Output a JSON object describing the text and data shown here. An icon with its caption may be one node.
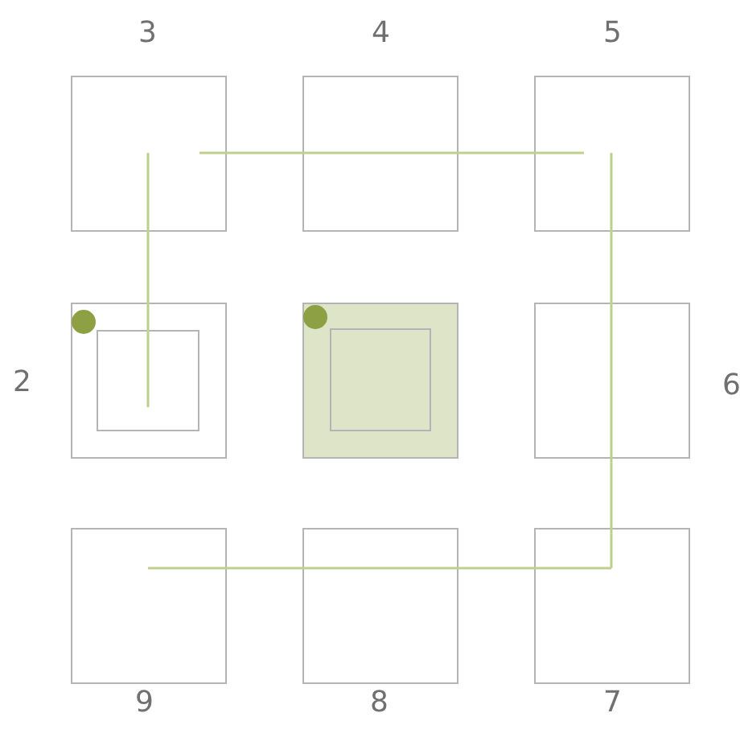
{
  "diagram": {
    "nodes": [
      {
        "text": [],
        "shape": "box",
        "beside": [
          "3"
        ]
      },
      {
        "text": [],
        "shape": "box",
        "beside": [
          "4"
        ]
      },
      {
        "text": [],
        "shape": "box",
        "beside": [
          "5"
        ]
      },
      {
        "text": [],
        "shape": "box",
        "beside": [
          "2"
        ]
      },
      {
        "text": [],
        "shape": "box",
        "in": 3
      },
      {
        "text": [],
        "shape": "box"
      },
      {
        "text": [],
        "shape": "box",
        "in": 5
      },
      {
        "text": [],
        "shape": "box",
        "beside": [
          "6"
        ]
      },
      {
        "text": [],
        "shape": "box",
        "beside": [
          "9"
        ]
      },
      {
        "text": [],
        "shape": "box",
        "beside": [
          "8"
        ]
      },
      {
        "text": [],
        "shape": "box",
        "beside": [
          "7"
        ]
      }
    ],
    "edges": [
      {
        "from": 4,
        "to": 0,
        "arrow": "none"
      },
      {
        "from": 0,
        "to": 1,
        "arrow": "none"
      },
      {
        "from": 1,
        "to": 2,
        "arrow": "none"
      },
      {
        "from": 2,
        "to": 7,
        "arrow": "none"
      },
      {
        "from": 7,
        "to": 10,
        "arrow": "none"
      },
      {
        "from": 10,
        "to": 9,
        "arrow": "none"
      },
      {
        "from": 9,
        "to": 8,
        "arrow": "none"
      }
    ]
  }
}
